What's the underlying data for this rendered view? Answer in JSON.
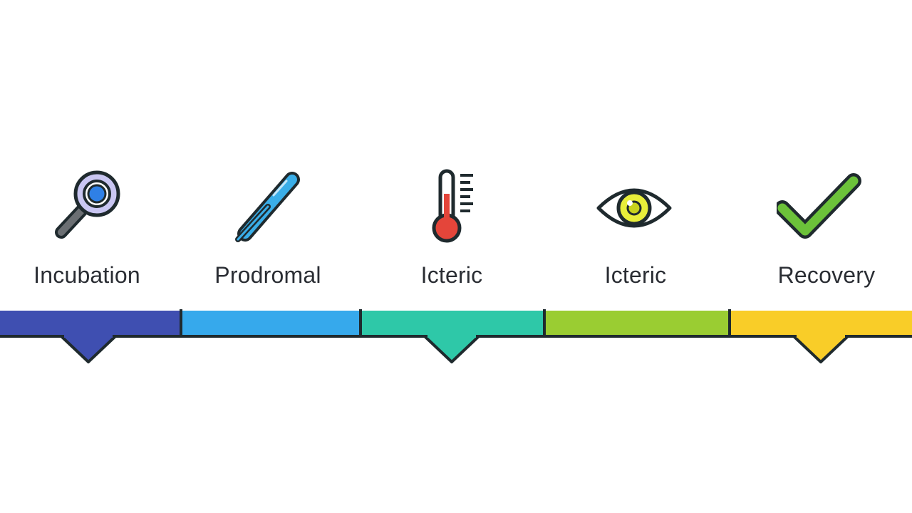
{
  "stages": [
    {
      "label": "Incubation",
      "icon": "magnifier-icon",
      "color": "#3f4fb1"
    },
    {
      "label": "Prodromal",
      "icon": "clinical-thermometer-icon",
      "color": "#36a9ec"
    },
    {
      "label": "Icteric",
      "icon": "thermometer-icon",
      "color": "#2ec8a8"
    },
    {
      "label": "Icteric",
      "icon": "eye-icon",
      "color": "#9acd32"
    },
    {
      "label": "Recovery",
      "icon": "checkmark-icon",
      "color": "#f9cd28"
    }
  ],
  "colors": {
    "outline": "#1f2a2e",
    "text": "#2a2d33"
  }
}
